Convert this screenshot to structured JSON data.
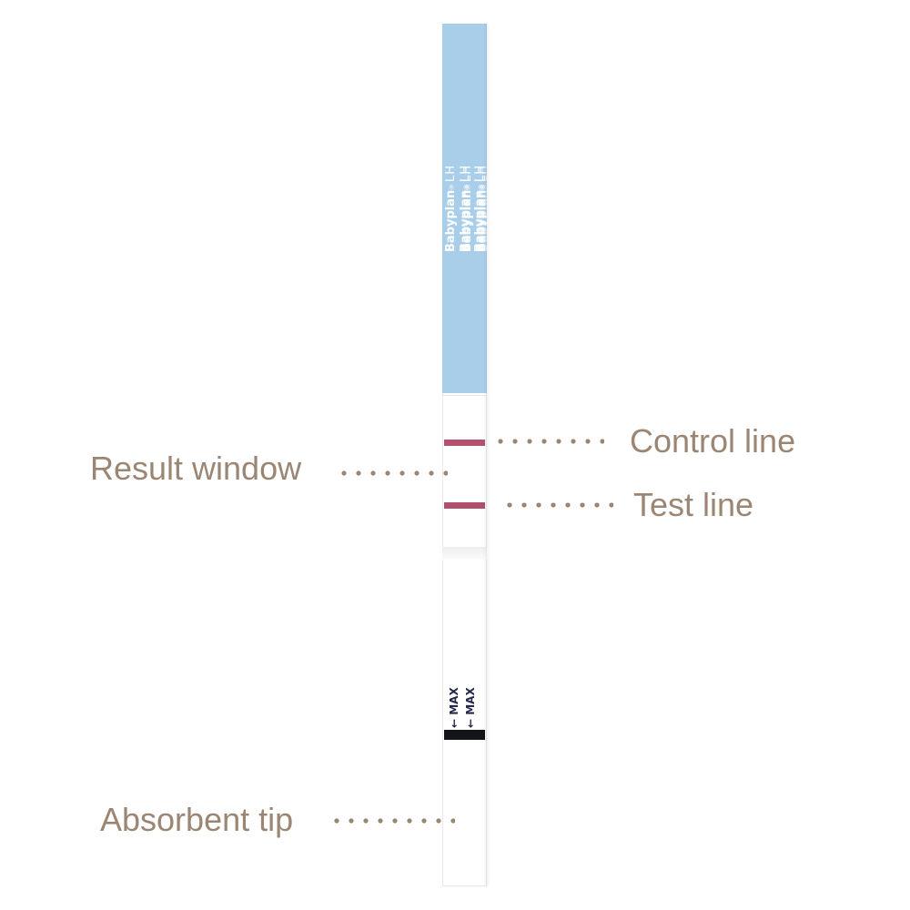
{
  "strip": {
    "brand_name": "Babyplan",
    "brand_mark": "®",
    "brand_suffix": "LH",
    "max_label": "← MAX",
    "colors": {
      "brand_band": "#a9cee9",
      "control_line": "#b4516f",
      "test_line": "#b0506d",
      "max_bar": "#141518",
      "max_text": "#25284d"
    }
  },
  "labels": {
    "control_line": "Control line",
    "result_window": "Result window",
    "test_line": "Test line",
    "absorbent_tip": "Absorbent tip",
    "color": "#9b8673"
  }
}
